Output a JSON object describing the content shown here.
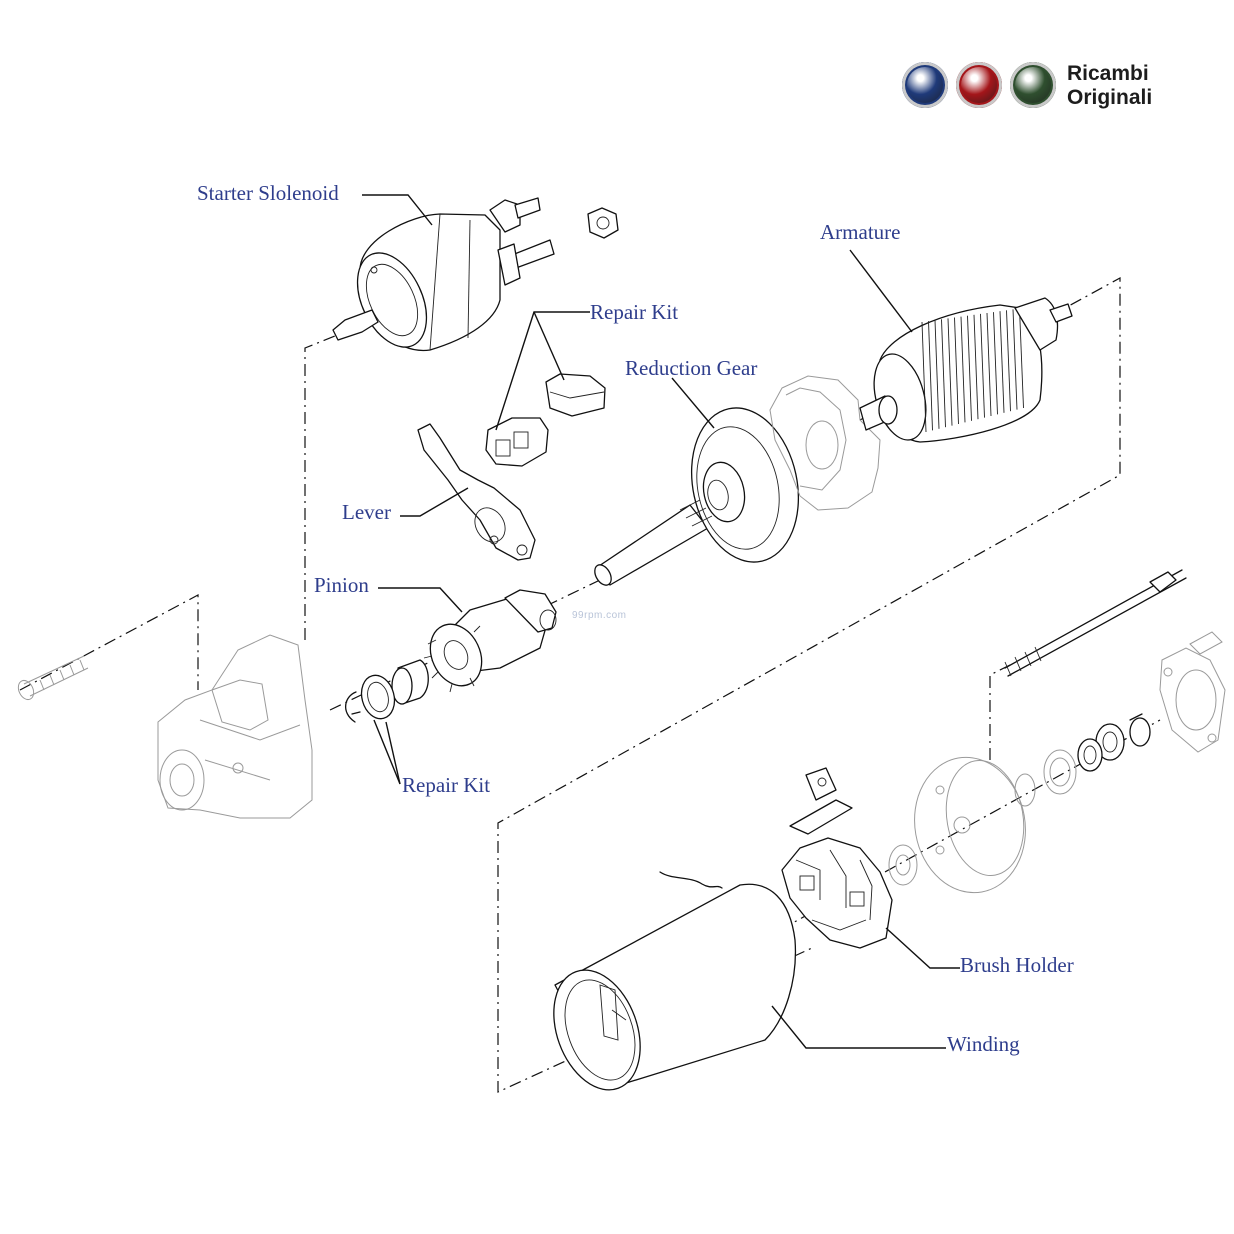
{
  "brand": {
    "logo_line1": "Ricambi",
    "logo_line2": "Originali",
    "badges": [
      {
        "name": "lancia-logo",
        "color": "#1f3a7a"
      },
      {
        "name": "fiat-logo",
        "color": "#a4161a"
      },
      {
        "name": "alfa-romeo-logo",
        "color": "#2f4f2f"
      }
    ]
  },
  "watermark": "99rpm.com",
  "labels": {
    "starter_solenoid": "Starter Slolenoid",
    "armature": "Armature",
    "repair_kit_top": "Repair Kit",
    "reduction_gear": "Reduction Gear",
    "lever": "Lever",
    "pinion": "Pinion",
    "repair_kit_bottom": "Repair Kit",
    "brush_holder": "Brush Holder",
    "winding": "Winding"
  },
  "colors": {
    "label_text": "#2e3d8c",
    "line": "#111111"
  }
}
